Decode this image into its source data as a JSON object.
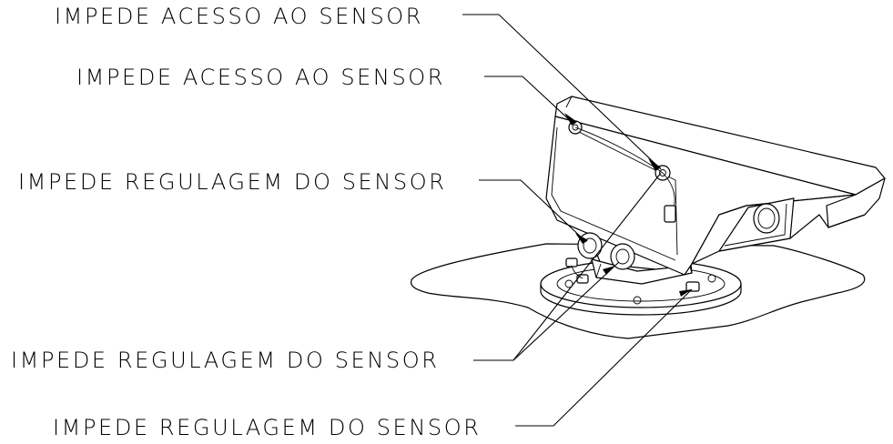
{
  "diagram": {
    "callouts": [
      {
        "id": "c1",
        "text": "IMPEDE ACESSO AO SENSOR"
      },
      {
        "id": "c2",
        "text": "IMPEDE ACESSO AO SENSOR"
      },
      {
        "id": "c3",
        "text": "IMPEDE REGULAGEM DO SENSOR"
      },
      {
        "id": "c4",
        "text": "IMPEDE REGULAGEM DO SENSOR"
      },
      {
        "id": "c5",
        "text": "IMPEDE REGULAGEM DO SENSOR"
      }
    ]
  }
}
